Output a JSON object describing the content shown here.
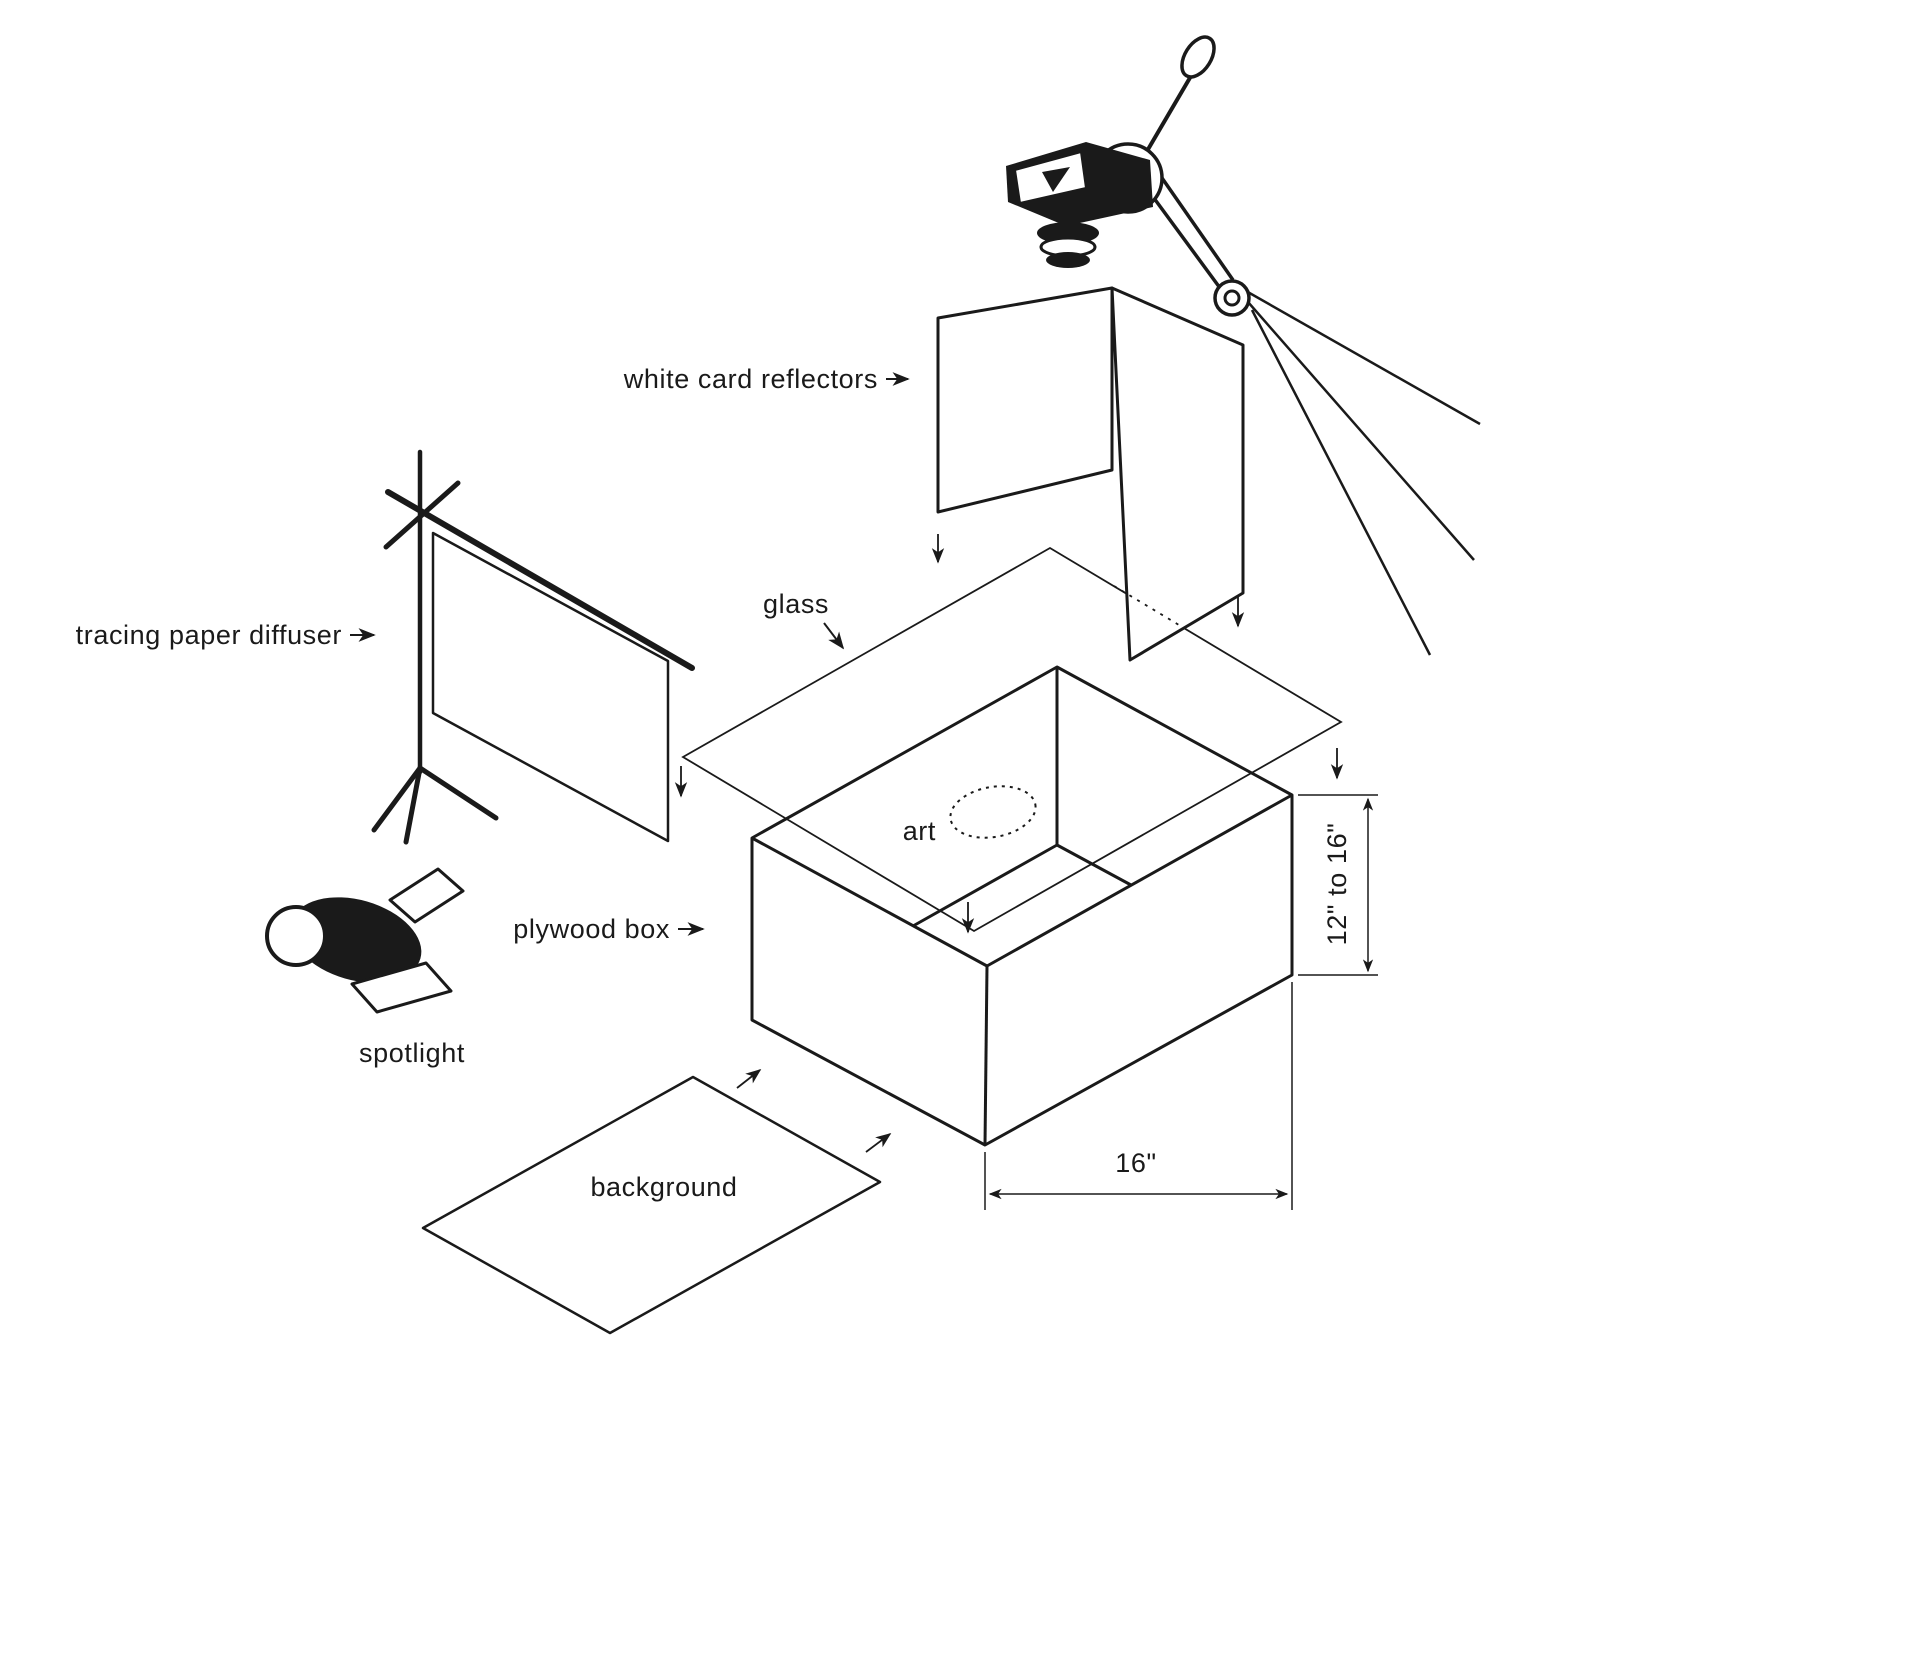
{
  "figure": {
    "labels": {
      "white_card_reflectors": "white card reflectors",
      "tracing_paper_diffuser": "tracing paper diffuser",
      "glass": "glass",
      "art": "art",
      "plywood_box": "plywood box",
      "spotlight": "spotlight",
      "background": "background"
    },
    "dimensions": {
      "box_height": "12\" to 16\"",
      "box_width": "16\""
    },
    "colors": {
      "line": "#1a1a1a",
      "canvas": "#ffffff"
    }
  }
}
